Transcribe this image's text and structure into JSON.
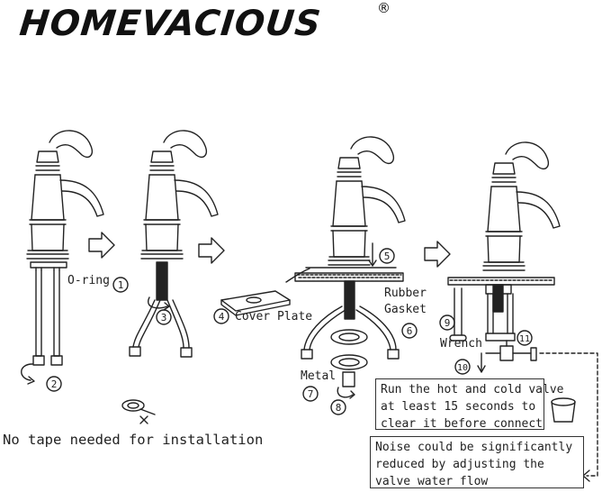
{
  "brand": {
    "name": "HOMEVACIOUS",
    "registered_mark": "®"
  },
  "step_numbers": [
    "1",
    "2",
    "3",
    "4",
    "5",
    "6",
    "7",
    "8",
    "9",
    "10",
    "11"
  ],
  "labels": {
    "oring": "O-ring",
    "cover_plate": "Cover Plate",
    "rubber": "Rubber",
    "gasket": "Gasket",
    "metal": "Metal",
    "wrench": "Wrench"
  },
  "no_tape_note": "No tape needed for installation",
  "instructions": {
    "valve_note_lines": [
      "Run the hot and cold valve",
      "at least 15 seconds to",
      "clear it before connect"
    ],
    "noise_note_lines": [
      "Noise could be significantly",
      "reduced by adjusting the",
      "valve water flow"
    ]
  },
  "colors": {
    "line": "#222222",
    "background": "#ffffff"
  }
}
